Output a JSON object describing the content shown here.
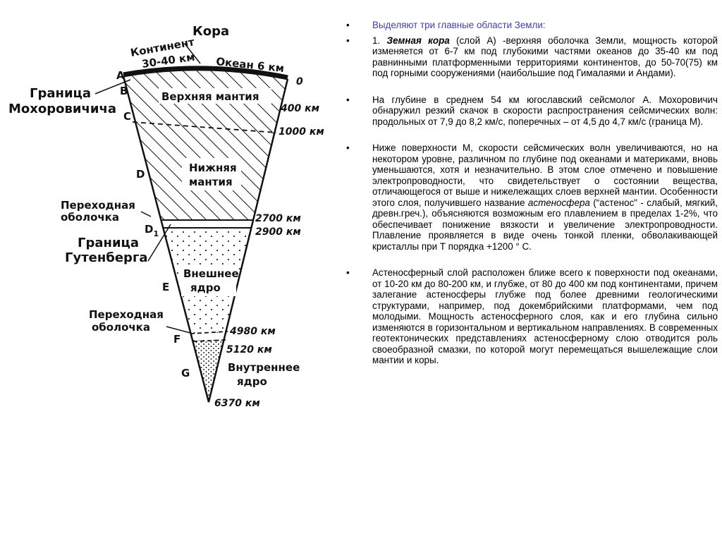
{
  "diagram": {
    "top_label": "Кора",
    "continent_line1": "Континент",
    "continent_line2": "30-40 км",
    "ocean": "Океан 6 км",
    "letters": {
      "a": "A",
      "b": "B",
      "c": "C",
      "d": "D",
      "d1_main": "D",
      "d1_sub": "1",
      "e": "E",
      "f": "F",
      "g": "G"
    },
    "moho_line1": "Граница",
    "moho_line2": "Мохоровичича",
    "trans_shell_1_line1": "Переходная",
    "trans_shell_1_line2": "оболочка",
    "gutenberg_line1": "Граница",
    "gutenberg_line2": "Гутенберга",
    "trans_shell_2_line1": "Переходная",
    "trans_shell_2_line2": "оболочка",
    "upper_mantle": "Верхняя мантия",
    "lower_mantle_line1": "Нижняя",
    "lower_mantle_line2": "мантия",
    "outer_core_line1": "Внешнее",
    "outer_core_line2": "ядро",
    "inner_core_line1": "Внутреннее",
    "inner_core_line2": "ядро",
    "depths": {
      "d0": "0",
      "d400": "400 км",
      "d1000": "1000 км",
      "d2700": "2700 км",
      "d2900": "2900 км",
      "d4980": "4980 км",
      "d5120": "5120 км",
      "d6370": "6370 км"
    }
  },
  "text": {
    "bullet": "•",
    "p1": "Выделяют три главные области Земли:",
    "p2_prefix": "1. ",
    "p2_bold": "Земная кора",
    "p2_rest": " (слой А) -верхняя оболочка Земли, мощность которой изменяется от 6-7 км под глубокими частями океанов до 35-40 км под равнинными платформенными территориями континентов, до 50-70(75) км под горными сооружениями (наибольшие под Гималаями и Андами).",
    "p3": "На глубине в среднем 54 км югославский сейсмолог А. Мохоровичич обнаружил резкий скачок в скорости распространения сейсмических волн: продольных от 7,9 до 8,2 км/с, поперечных – от 4,5 до 4,7 км/с (граница М).",
    "p4_part1": "Ниже поверхности М, скорости сейсмических волн увеличиваются, но на некотором уровне, различном по глубине под океанами и материками, вновь уменьшаются, хотя и незначительно. В этом слое отмечено и повышение электропроводности, что свидетельствует о состоянии вещества, отличающегося от выше и нижележащих слоев верхней мантии. Особенности этого слоя, получившего название ",
    "p4_italic": "астеносфера",
    "p4_part2": " (“астенос\" - слабый, мягкий, древн.греч.), объясняются возможным его плавлением в пределах 1-2%, что обеспечивает понижение вязкости и увеличение электропроводности. Плавление проявляется в виде очень тонкой пленки, обволакивающей кристаллы при Т порядка +1200 ° С.",
    "p5": "Астеносферный слой расположен ближе всего к поверхности под океанами, от 10-20 км до 80-200 км, и глубже, от 80 до 400 км под континентами, причем залегание астеносферы глубже под более древними геологическими структурами, например, под докембрийскими платформами, чем под молодыми. Мощность астеносферного слоя, как и его глубина сильно изменяются в горизонтальном и вертикальном направлениях. В современных геотектонических представлениях астеносферному слою отводится роль своеобразной смазки, по которой могут перемещаться вышележащие слои мантии и коры."
  }
}
